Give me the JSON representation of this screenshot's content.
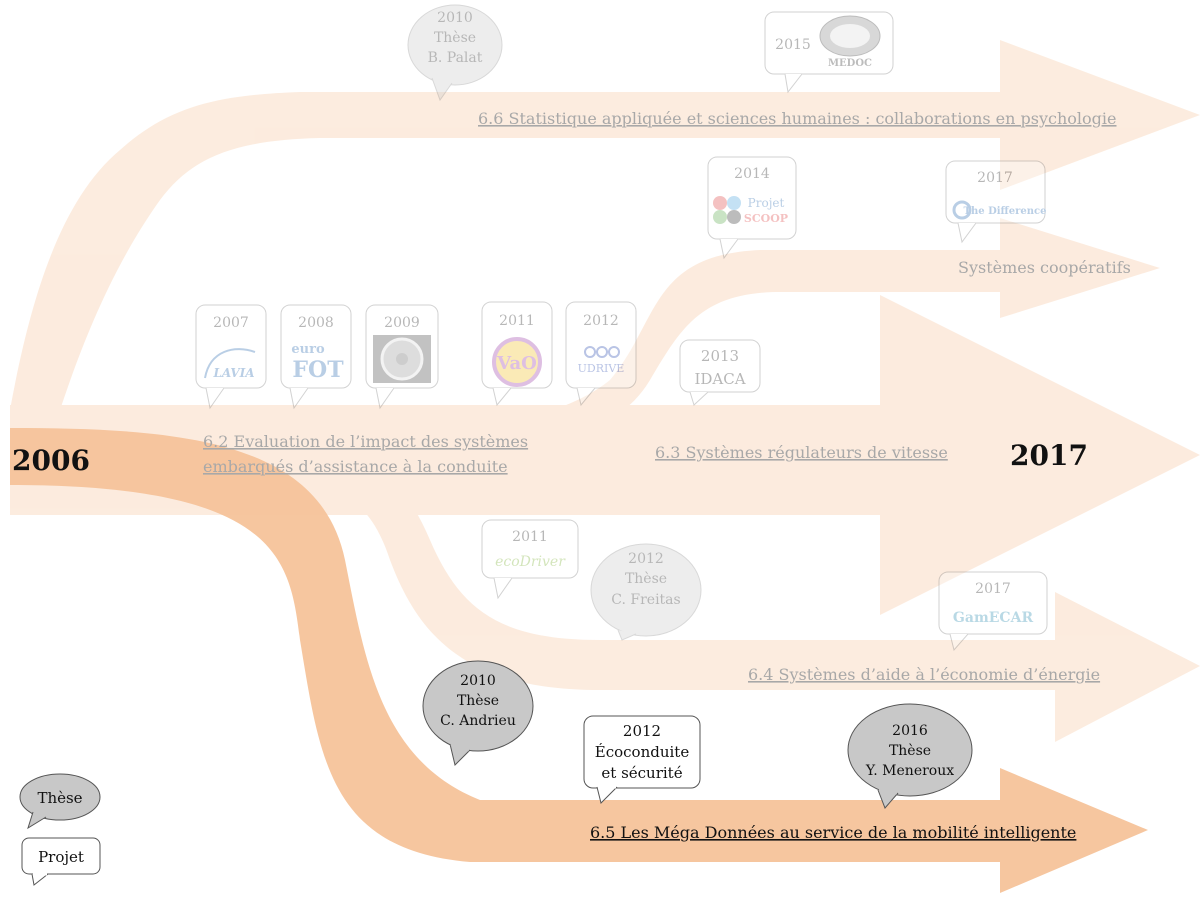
{
  "timeline": {
    "start_year": "2006",
    "end_year": "2017"
  },
  "legend": {
    "these_label": "Thèse",
    "projet_label": "Projet"
  },
  "tracks": {
    "t66": "6.6 Statistique appliquée et sciences humaines : collaborations en psychologie",
    "coop": "Systèmes coopératifs",
    "t62_line1": "6.2 Evaluation de l’impact des systèmes",
    "t62_line2": "embarqués d’assistance à la conduite",
    "t63": "6.3 Systèmes régulateurs de vitesse",
    "t64": "6.4 Systèmes d’aide à l’économie d’énergie",
    "t65": "6.5 Les Méga Données au service de la mobilité intelligente"
  },
  "bubbles": {
    "palat": {
      "year": "2010",
      "type": "Thèse",
      "name": "B. Palat"
    },
    "medoc": {
      "year": "2015",
      "logo": "MEDOC"
    },
    "scoop": {
      "year": "2014",
      "logo_line1": "Projet",
      "logo_line2": "SCOOP"
    },
    "difference": {
      "year": "2017",
      "logo": "The Difference"
    },
    "lavia": {
      "year": "2007",
      "logo": "LAVIA"
    },
    "eurofot": {
      "year": "2008",
      "logo_line1": "euro",
      "logo_line2": "FOT"
    },
    "y2009": {
      "year": "2009"
    },
    "vao": {
      "year": "2011",
      "logo": "VaO"
    },
    "udrive": {
      "year": "2012",
      "logo": "UDRIVE"
    },
    "idaca": {
      "year": "2013",
      "name": "IDACA"
    },
    "ecodriver": {
      "year": "2011",
      "logo": "ecoDriver"
    },
    "freitas": {
      "year": "2012",
      "type": "Thèse",
      "name": "C. Freitas"
    },
    "gamecar": {
      "year": "2017",
      "logo": "GamECAR"
    },
    "andrieu": {
      "year": "2010",
      "type": "Thèse",
      "name": "C. Andrieu"
    },
    "ecoconduite": {
      "year": "2012",
      "line1": "Écoconduite",
      "line2": "et sécurité"
    },
    "meneroux": {
      "year": "2016",
      "type": "Thèse",
      "name": "Y. Meneroux"
    }
  },
  "colors": {
    "arrow_orange": "#f6c39a",
    "track_label_faded": "#9a9a9a",
    "these_fill": "#c8c8c8",
    "bubble_stroke": "#777777"
  },
  "icons": [
    "lavia-logo",
    "eurofot-logo",
    "steering-wheel-icon",
    "vao-logo",
    "udrive-logo",
    "scoop-logo",
    "the-difference-logo",
    "medoc-logo",
    "ecodriver-logo",
    "gamecar-logo"
  ]
}
